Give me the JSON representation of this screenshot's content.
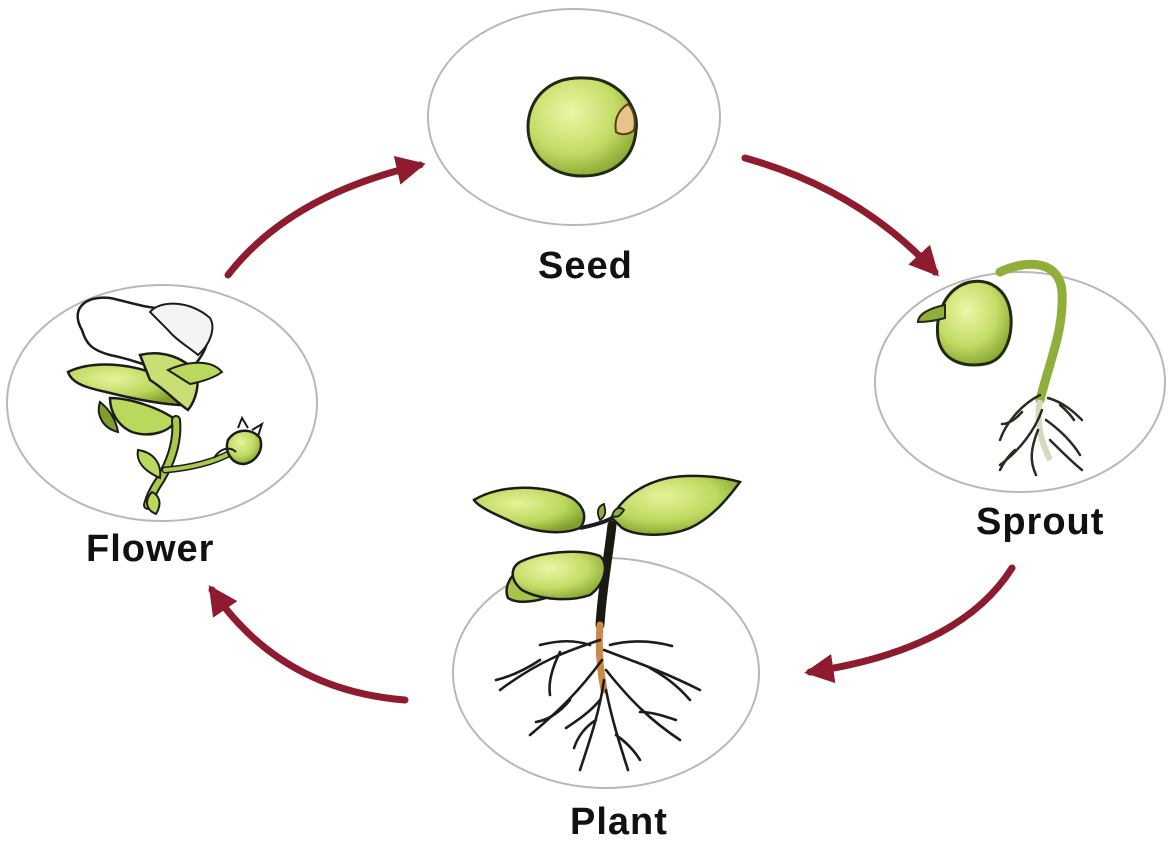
{
  "stages": {
    "seed": {
      "label": "Seed"
    },
    "sprout": {
      "label": "Sprout"
    },
    "plant": {
      "label": "Plant"
    },
    "flower": {
      "label": "Flower"
    }
  },
  "colors": {
    "arrow": "#8e1b2e",
    "leaf": "#b9d95c",
    "leaf_dark": "#6f8f22",
    "outline": "#2a2a1a",
    "circle_stroke": "#b8b8b8",
    "root": "#3a2a1a",
    "petal": "#ffffff"
  },
  "icons": [
    "seed-icon",
    "sprout-icon",
    "plant-icon",
    "flower-icon"
  ]
}
